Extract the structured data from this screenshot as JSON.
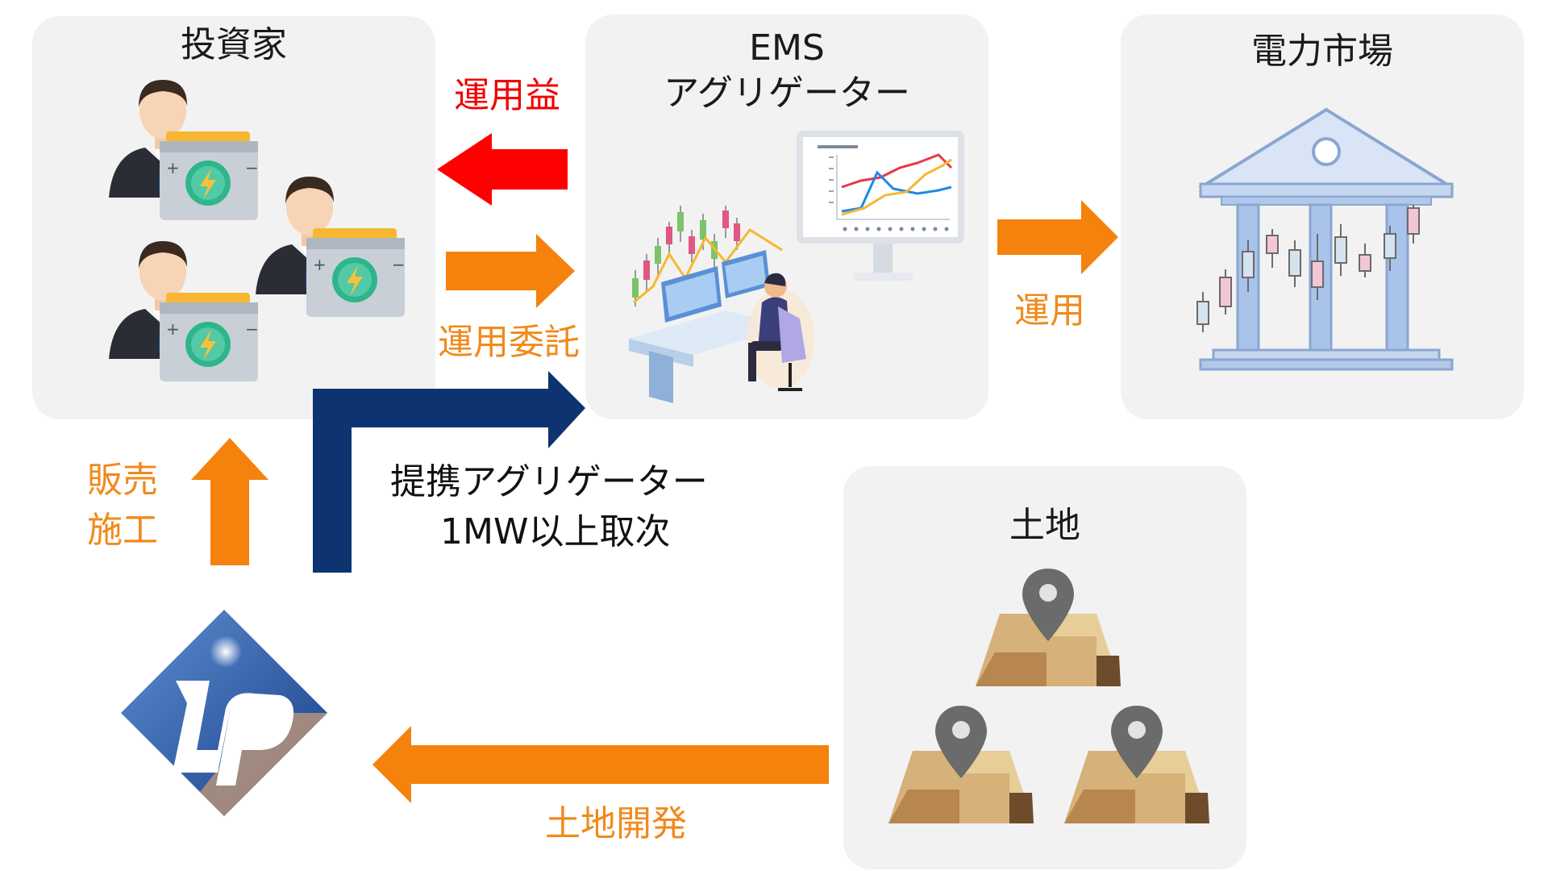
{
  "panels": {
    "investors": {
      "title": "投資家"
    },
    "ems": {
      "title_line1": "EMS",
      "title_line2": "アグリゲーター"
    },
    "market": {
      "title": "電力市場"
    },
    "land": {
      "title": "土地"
    }
  },
  "arrows": {
    "profit": "運用益",
    "consign": "運用委託",
    "operate": "運用",
    "sales_line1": "販売",
    "sales_line2": "施工",
    "partner_line1": "提携アグリゲーター",
    "partner_line2": "1MW以上取次",
    "land_dev": "土地開発"
  },
  "colors": {
    "orange": "#f5820c",
    "red": "#ff0000",
    "navy": "#0d3470",
    "panel": "#f2f2f2"
  },
  "icons": [
    "investor-battery-icon",
    "trader-desk-icon",
    "chart-monitor-icon",
    "bank-building-icon",
    "candlestick-icon",
    "land-pin-icon",
    "company-logo-icon"
  ]
}
